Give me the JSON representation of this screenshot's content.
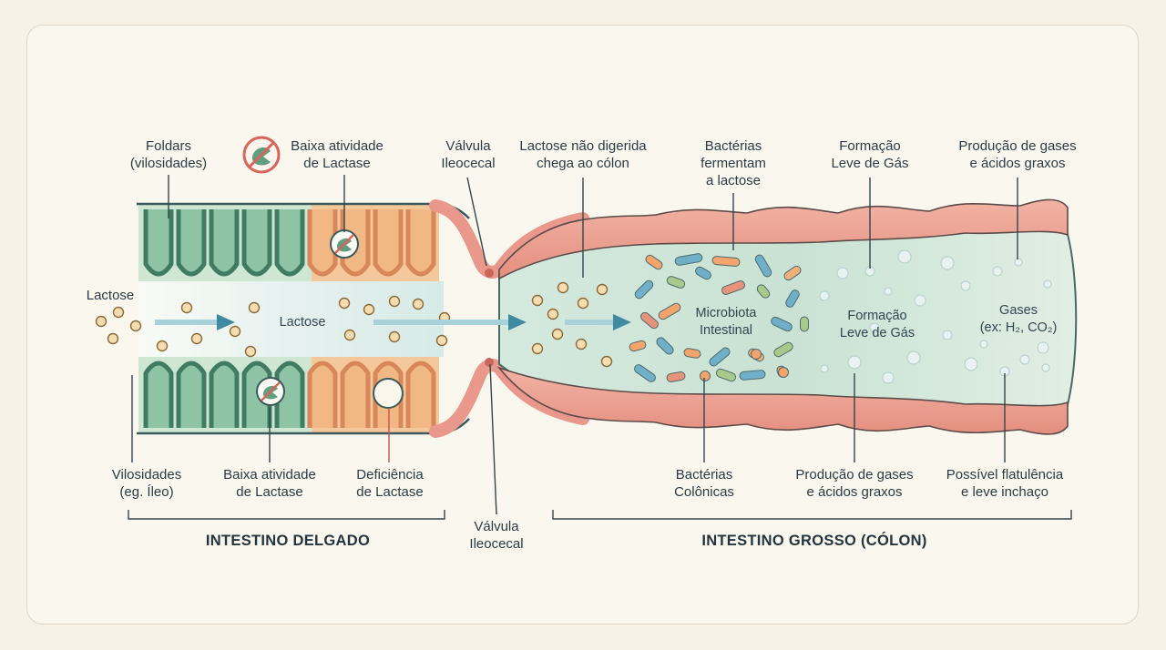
{
  "labels": {
    "top_foldars": [
      "Foldars",
      "(vilosidades)"
    ],
    "top_baixa": [
      "Baixa atividade",
      "de Lactase"
    ],
    "top_valvula": [
      "Válvula",
      "Ileocecal"
    ],
    "top_lactose_nd": [
      "Lactose não digerida",
      "chega ao cólon"
    ],
    "top_bacterias_ferm": [
      "Bactérias",
      "fermentam",
      "a lactose"
    ],
    "top_formacao": [
      "Formação",
      "Leve de Gás"
    ],
    "top_producao": [
      "Produção de gases",
      "e ácidos graxos"
    ],
    "lactose_left": "Lactose",
    "lactose_inner": "Lactose",
    "microbiota": [
      "Microbiota",
      "Intestinal"
    ],
    "formacao_inner": [
      "Formação",
      "Leve de Gás"
    ],
    "gases_inner": [
      "Gases",
      "(ex: H₂, CO₂)"
    ],
    "bot_vilosidades": [
      "Vilosidades",
      "(eg. Íleo)"
    ],
    "bot_baixa": [
      "Baixa atividade",
      "de Lactase"
    ],
    "bot_deficiencia": [
      "Deficiência",
      "de Lactase"
    ],
    "bot_valvula": [
      "Válvula",
      "Ileocecal"
    ],
    "bot_bacterias": [
      "Bactérias",
      "Colônicas"
    ],
    "bot_producao": [
      "Produção de gases",
      "e ácidos graxos"
    ],
    "bot_flatulencia": [
      "Possível flatulência",
      "e leve inchaço"
    ]
  },
  "sections": {
    "small": "INTESTINO DELGADO",
    "large": "INTESTINO GROSSO (CÓLON)"
  },
  "colors": {
    "villi_green": "#5f9e7f",
    "villi_orange": "#e8a46c",
    "wall_pink": "#e99d8f",
    "lumen_green": "#cfe4d6",
    "arrow": "#3f8aa0",
    "inhibit_red": "#d9645a"
  },
  "icons": [
    "no-enzyme-icon",
    "flow-arrow-icon",
    "bacteria-icon",
    "gas-bubble-icon",
    "lactose-particle-icon"
  ]
}
